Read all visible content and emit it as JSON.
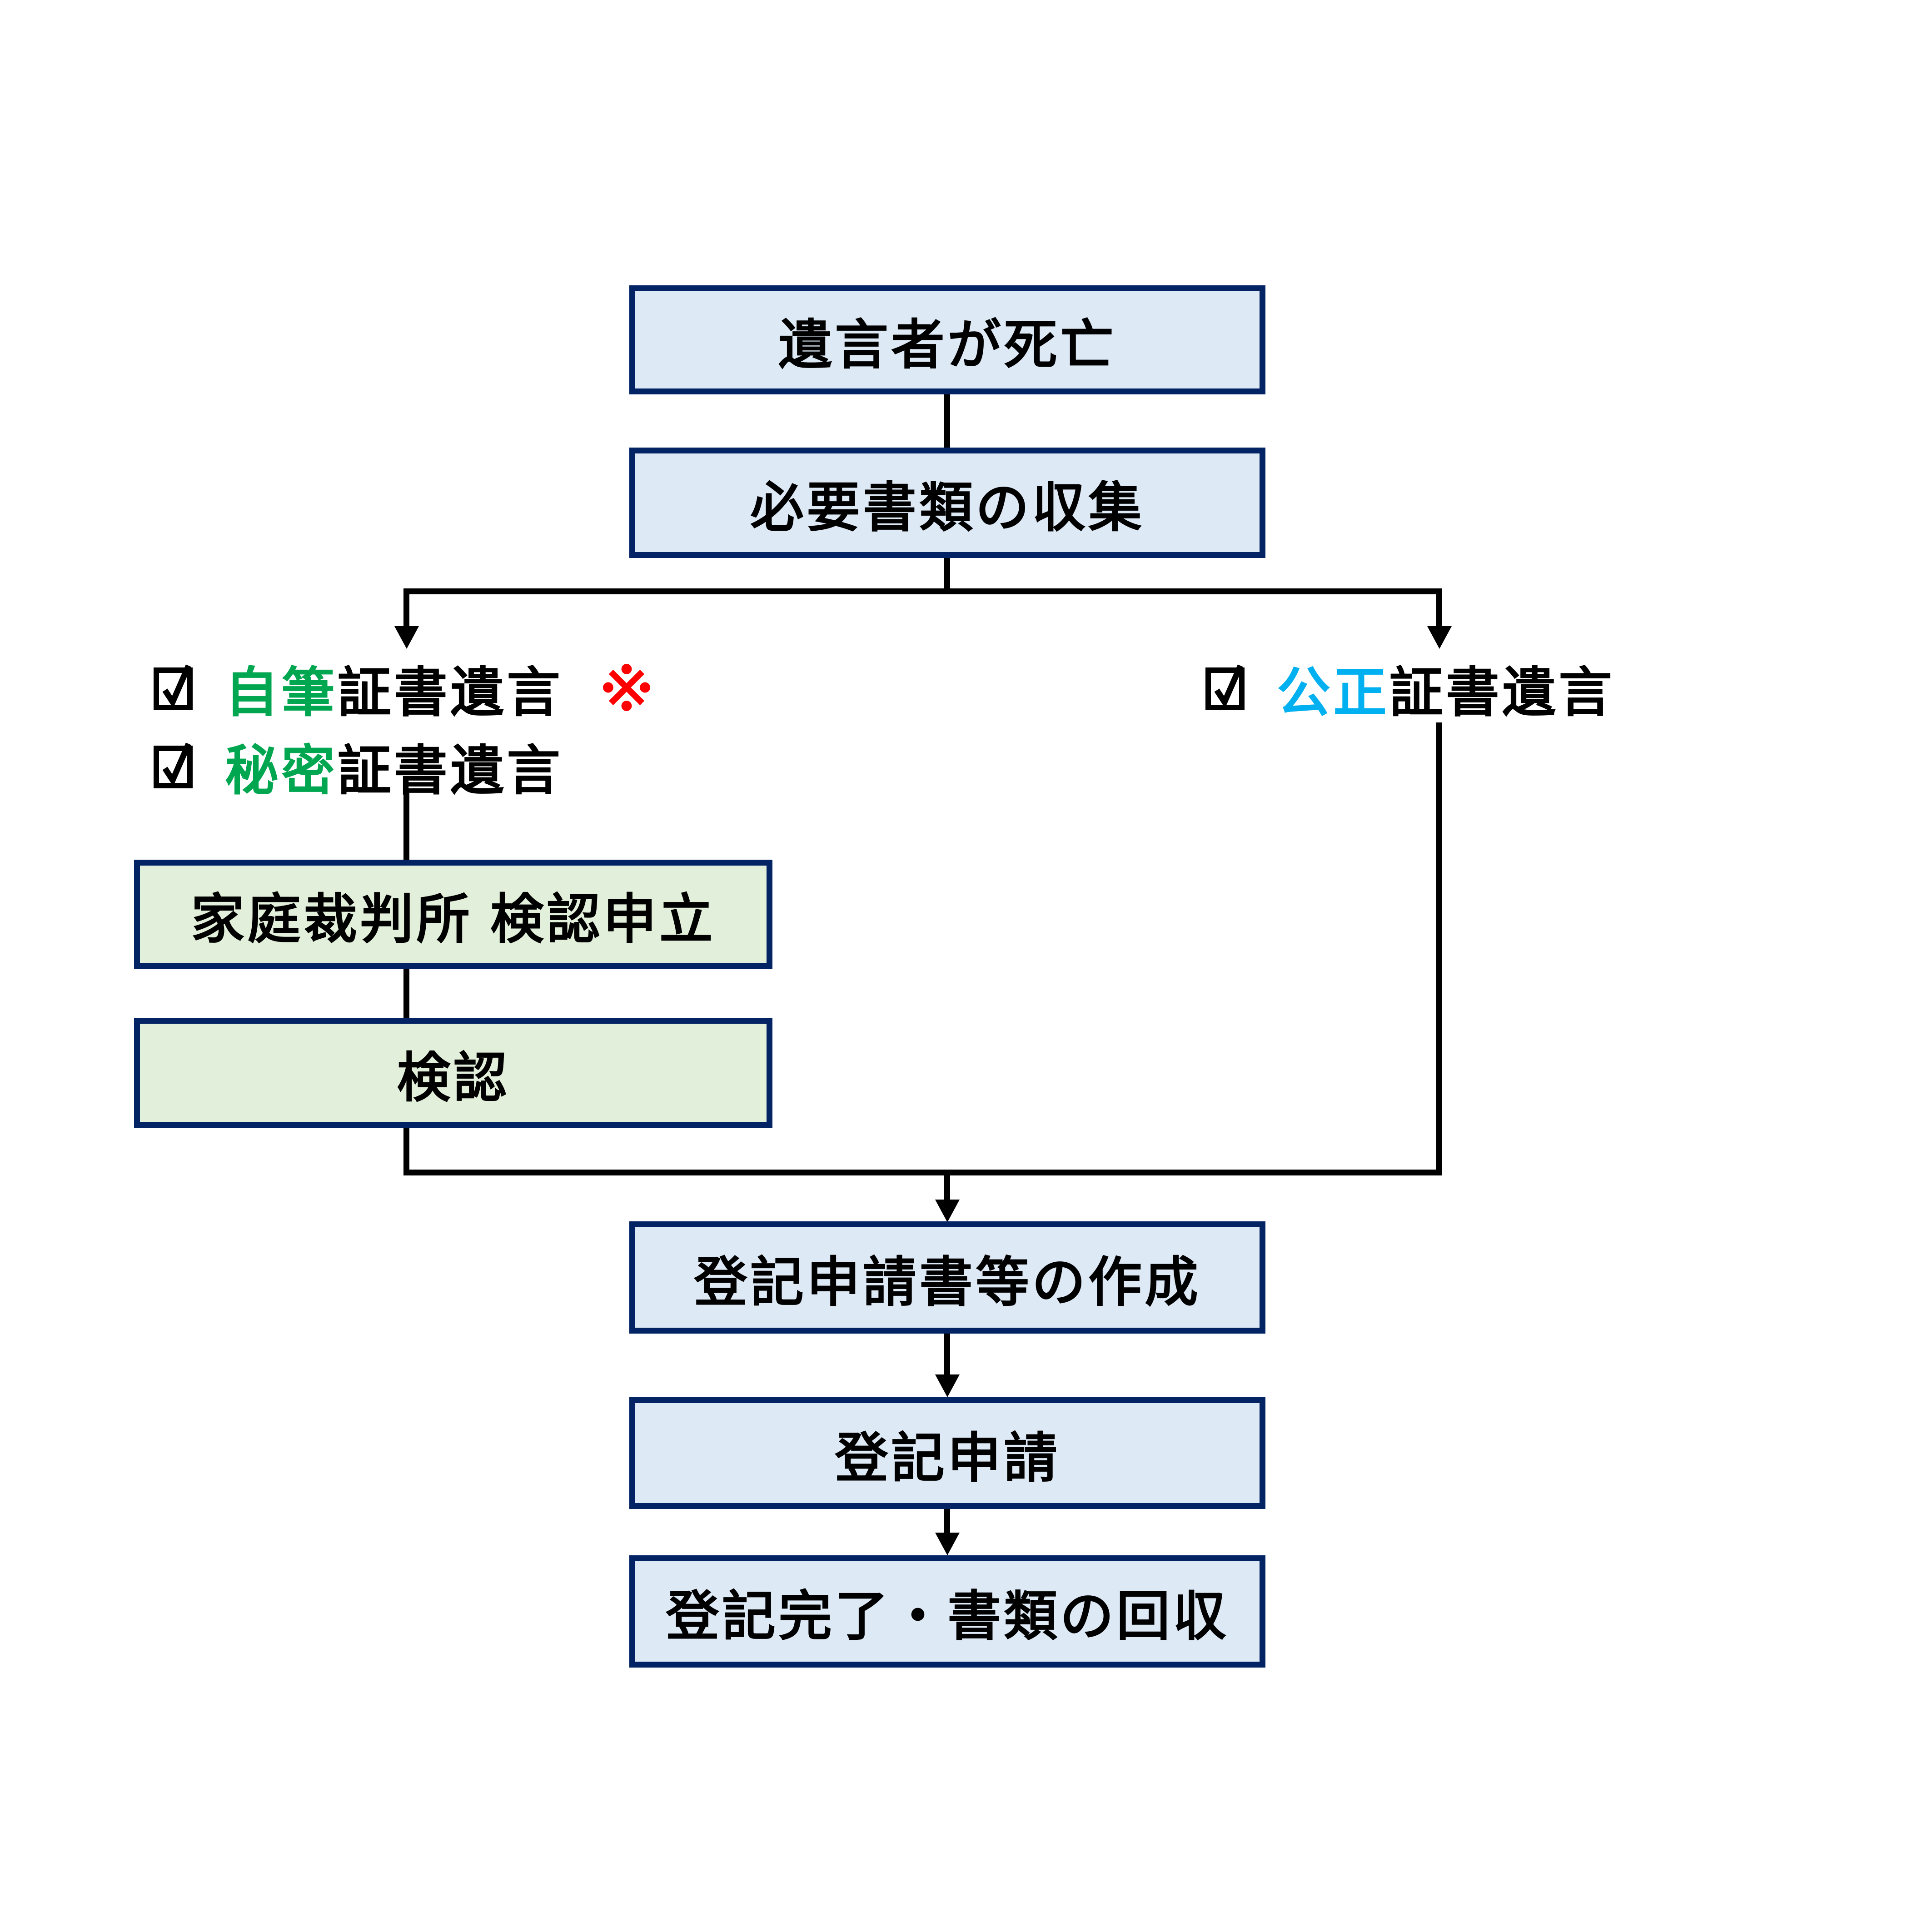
{
  "page": {
    "background_color": "#FFFFFF",
    "description_colors": {
      "box_fill_blue": "#DEE9F6",
      "box_fill_green": "#E2EFDA",
      "box_border_navy": "#022364",
      "connector_black": "#000000",
      "highlight_green": "#00A650",
      "highlight_blue": "#00B0F0",
      "note_red": "#FF0000",
      "text_black": "#000000"
    }
  },
  "flow": {
    "nodes": [
      {
        "id": "testator-death",
        "label": "遺言者が死亡",
        "style": "blue"
      },
      {
        "id": "collect-documents",
        "label": "必要書類の収集",
        "style": "blue"
      },
      {
        "id": "family-court-probate-petition",
        "label": "家庭裁判所 検認申立",
        "style": "green"
      },
      {
        "id": "probate",
        "label": "検認",
        "style": "green"
      },
      {
        "id": "prepare-registration-documents",
        "label": "登記申請書等の作成",
        "style": "blue"
      },
      {
        "id": "registration-application",
        "label": "登記申請",
        "style": "blue"
      },
      {
        "id": "registration-complete-collect-documents",
        "label": "登記完了・書類の回収",
        "style": "blue"
      }
    ],
    "left_branch": {
      "items": [
        {
          "checkbox": "☑",
          "highlight": "自筆",
          "rest": "証書遺言",
          "note_mark": "※"
        },
        {
          "checkbox": "☑",
          "highlight": "秘密",
          "rest": "証書遺言"
        }
      ]
    },
    "right_branch": {
      "items": [
        {
          "checkbox": "☑",
          "highlight": "公正",
          "rest": "証書遺言"
        }
      ]
    }
  }
}
